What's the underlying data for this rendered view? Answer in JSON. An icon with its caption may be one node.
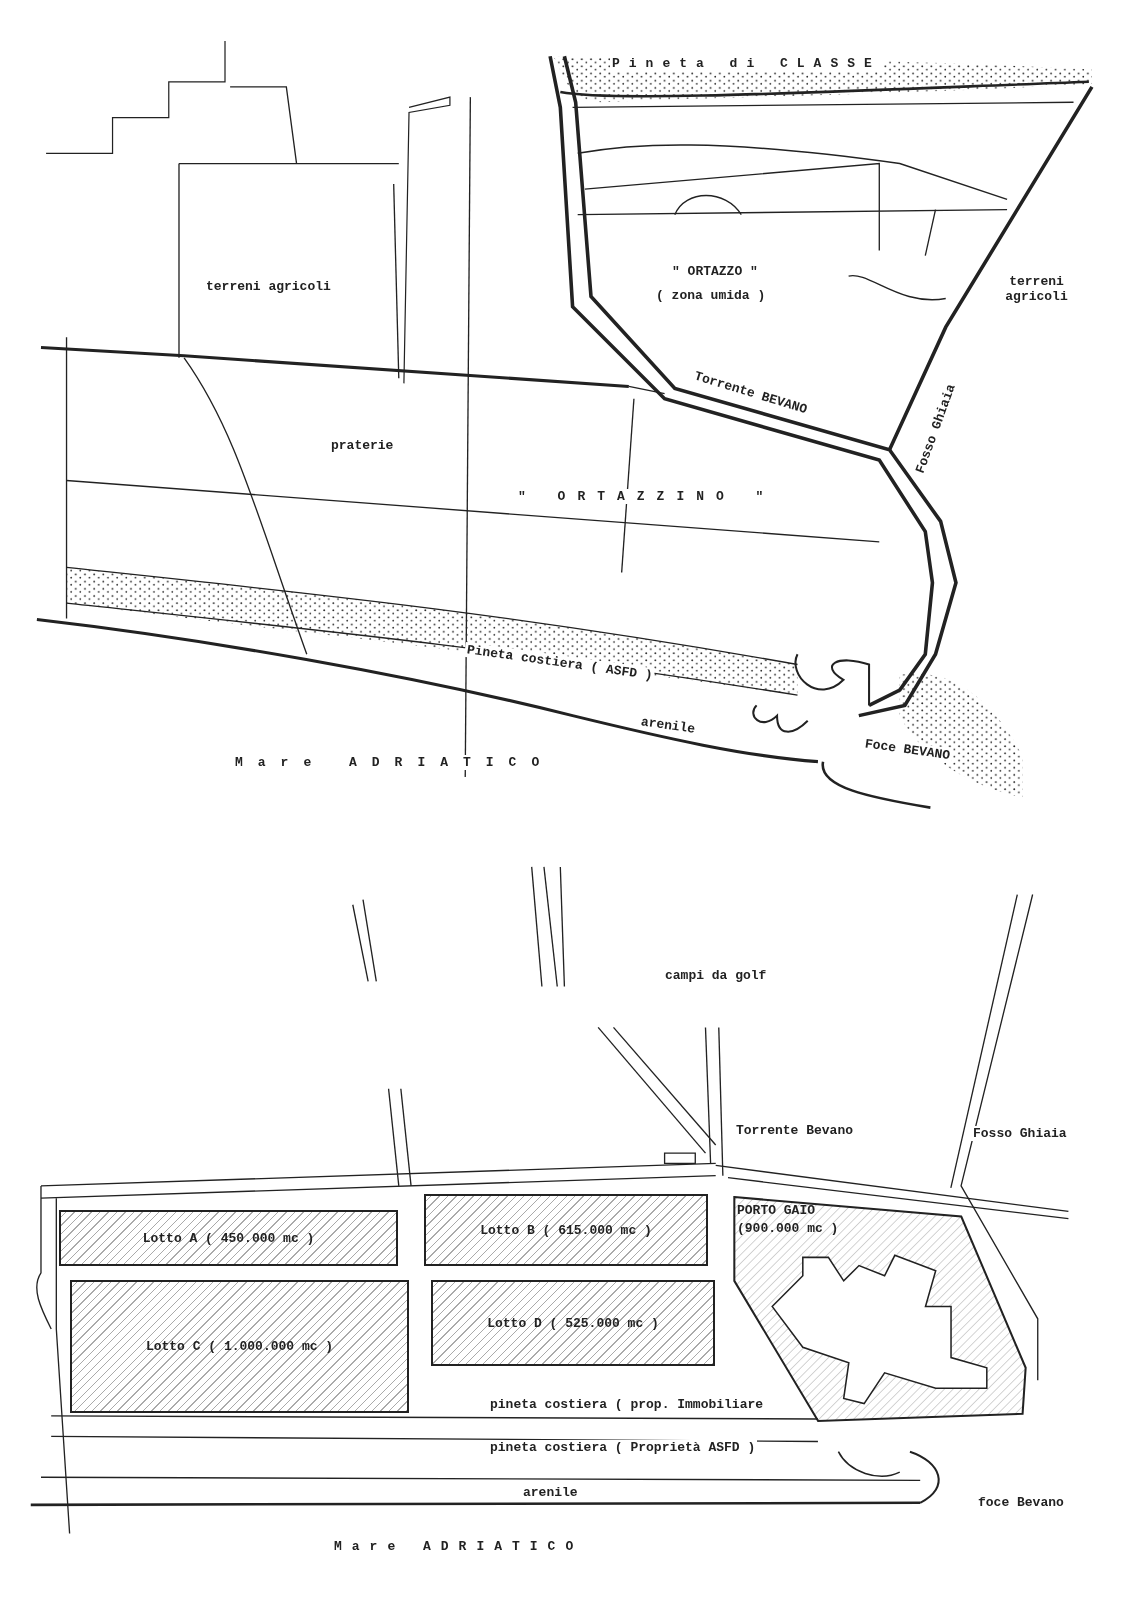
{
  "diagram": {
    "nodes": [
      {
        "text": [
          "Lotto A ( 450.000 mc )"
        ]
      },
      {
        "text": [
          "Lotto B ( 615.000 mc )"
        ]
      },
      {
        "text": [
          "PORTO GAIO",
          "(900.000 mc )"
        ]
      },
      {
        "text": [
          "Lotto C ( 1.000.000 mc )"
        ]
      },
      {
        "text": [
          "Lotto D ( 525.000 mc )"
        ]
      }
    ],
    "labels": [
      "Pineta di CLASSE",
      "terreni agricoli",
      "\" ORTAZZO \"",
      "( zona umida )",
      "terreni agricoli",
      "Torrente BEVANO",
      "praterie",
      "Fosso Ghiaia",
      "\" ORTAZZINO \"",
      "Pineta costiera ( ASFD )",
      "arenile",
      "Foce BEVANO",
      "Mare ADRIATICO",
      "campi da golf",
      "Torrente Bevano",
      "Fosso Ghiaia",
      "pineta costiera ( prop. Immobiliare",
      "pineta costiera ( Proprietà ASFD )",
      "arenile",
      "foce Bevano",
      "Mare ADRIATICO"
    ]
  }
}
